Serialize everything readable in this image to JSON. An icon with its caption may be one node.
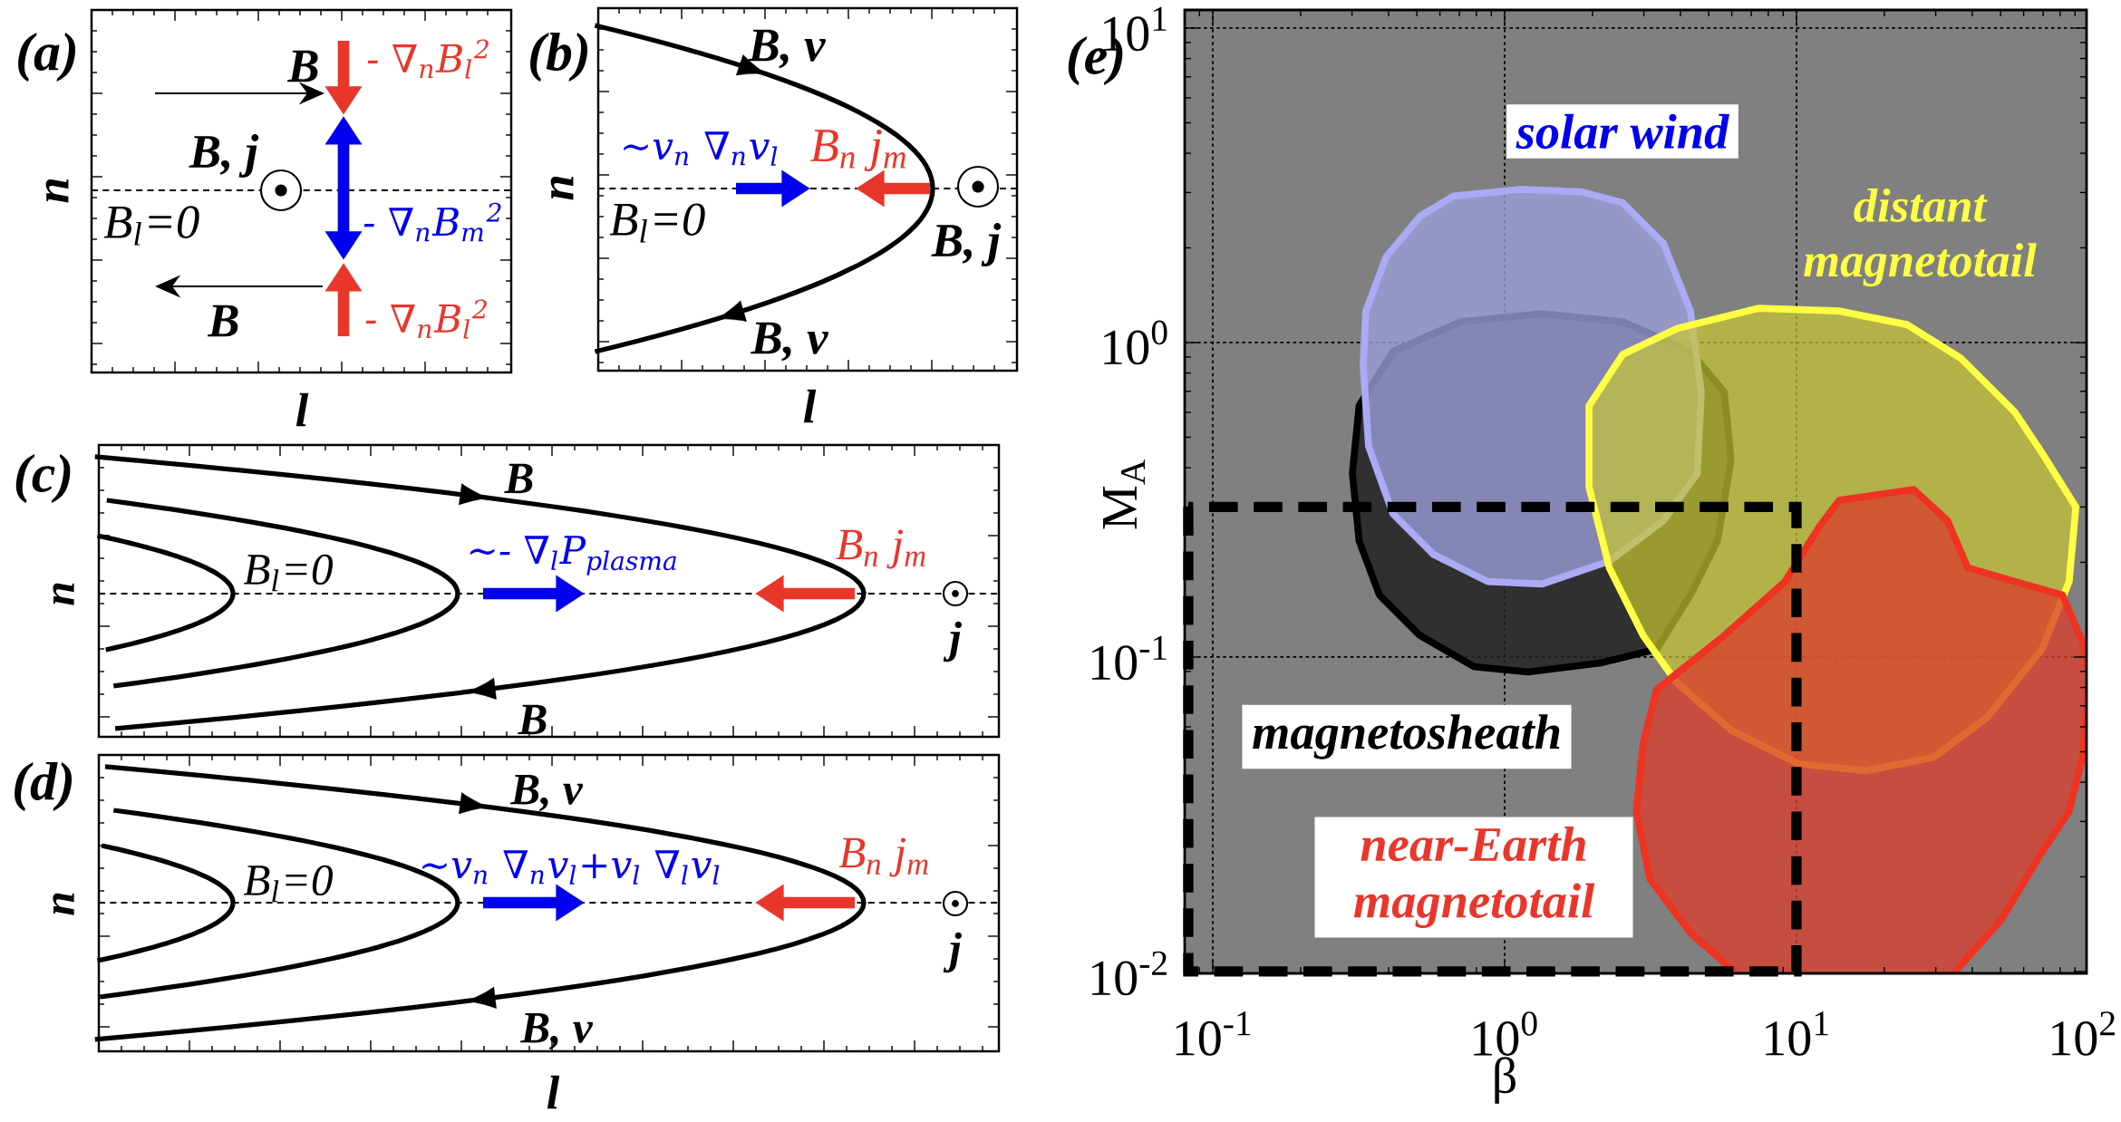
{
  "diagram": {
    "nodes": [
      {
        "text": [
          "solar wind"
        ]
      },
      {
        "text": [
          "magnetosheath"
        ]
      },
      {
        "text": [
          "near-Earth magnetotail"
        ]
      }
    ],
    "labels": [
      "(a)",
      "B",
      "- ∇$_{n}$B$_{l}$$^{2}$",
      "B, j",
      "B$_{l}$=0",
      "- ∇$_{n}$B$_{m}$$^{2}$",
      "B",
      "- ∇$_{n}$B$_{l}$$^{2}$",
      "n",
      "l",
      "(b)",
      "B, v",
      "~v$_{n}$ ∇$_{n}$v$_{l}$",
      "B$_{n}$ j$_{m}$",
      "n",
      "B$_{l}$=0",
      "B, j",
      "B, v",
      "l",
      "(c)",
      "B",
      "B$_{l}$=0",
      "~- ∇$_{l}$P$_{plasma}$",
      "B$_{n}$ j$_{m}$",
      "n",
      "j",
      "B",
      "(d)",
      "B, v",
      "B$_{l}$=0",
      "~v$_{n}$ ∇$_{n}$v$_{l}$+v$_{l}$ ∇$_{l}$v$_{l}$",
      "B$_{n}$ j$_{m}$",
      "n",
      "j",
      "B, v",
      "l",
      "(e)",
      "10$^{1}$",
      "10$^{0}$",
      "M$_{A}$",
      "distant magnetotail",
      "10$^{-1}$",
      "10$^{-2}$",
      "10$^{-1}$",
      "10$^{0}$",
      "10$^{1}$",
      "10$^{2}$",
      "β"
    ]
  }
}
